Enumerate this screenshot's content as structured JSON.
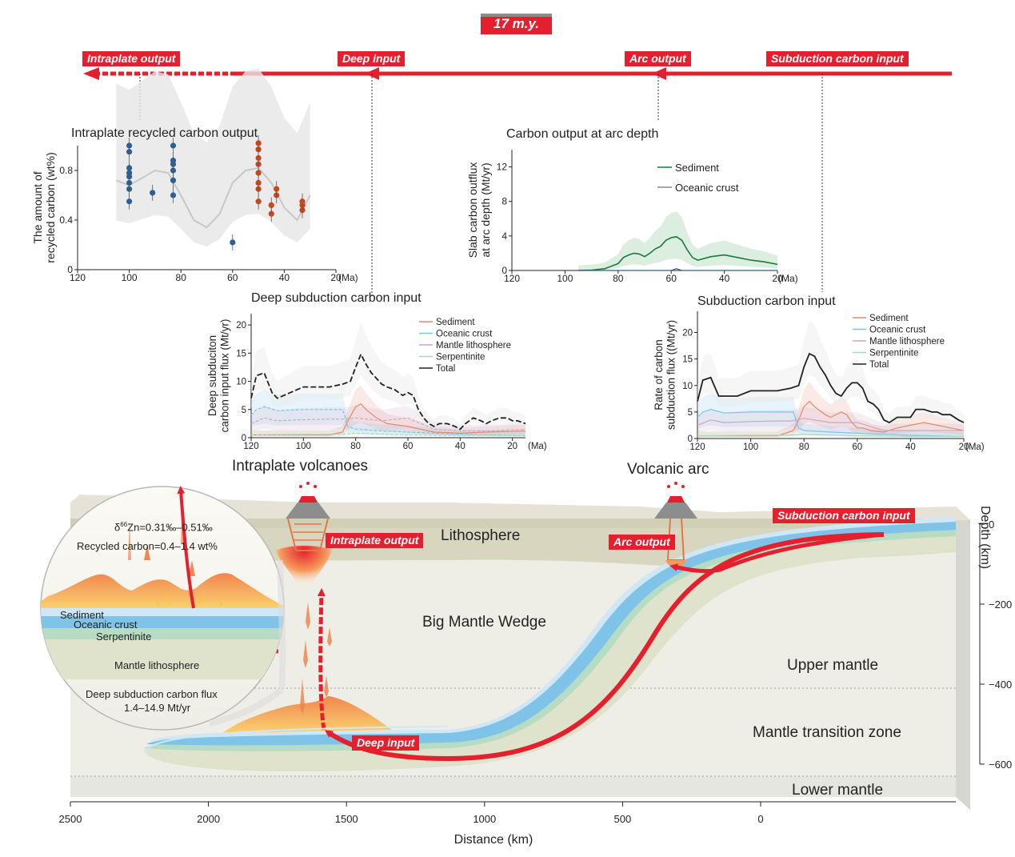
{
  "timeline": {
    "duration": "17 m.y.",
    "stages": [
      "Intraplate output",
      "Deep  input",
      "Arc output",
      "Subduction carbon input"
    ]
  },
  "colors": {
    "red": "#e4202e",
    "sediment": "#e8866e",
    "oceanic": "#7fc4e8",
    "mantle_lith": "#c8a9c6",
    "serpentinite": "#a8d8c0",
    "total": "#222222",
    "arc_sediment": "#1a7a3c",
    "blue_pt": "#2c5f95",
    "orange_pt": "#c8461a"
  },
  "chart_data": [
    {
      "type": "scatter",
      "title": "Intraplate recycled carbon output",
      "ylabel": [
        "The amount of",
        "recycled carbon (wt%)"
      ],
      "xlabel": "(Ma)",
      "xlim": [
        120,
        20
      ],
      "ylim": [
        0,
        1.0
      ],
      "xticks": [
        "120",
        "100",
        "80",
        "60",
        "40",
        "20"
      ],
      "yticks": [
        "0",
        "0.4",
        "0.8"
      ],
      "blue_points": [
        [
          100,
          0.55
        ],
        [
          100,
          0.65
        ],
        [
          100,
          0.7
        ],
        [
          100,
          0.75
        ],
        [
          100,
          0.78
        ],
        [
          100,
          0.82
        ],
        [
          100,
          0.95
        ],
        [
          100,
          1.0
        ],
        [
          91,
          0.62
        ],
        [
          83,
          0.6
        ],
        [
          83,
          0.72
        ],
        [
          83,
          0.8
        ],
        [
          83,
          0.85
        ],
        [
          83,
          0.88
        ],
        [
          83,
          1.0
        ],
        [
          60,
          0.22
        ]
      ],
      "orange_points": [
        [
          50,
          0.55
        ],
        [
          50,
          0.65
        ],
        [
          50,
          0.7
        ],
        [
          50,
          0.78
        ],
        [
          50,
          0.85
        ],
        [
          50,
          0.9
        ],
        [
          50,
          0.97
        ],
        [
          50,
          1.02
        ],
        [
          45,
          0.45
        ],
        [
          45,
          0.52
        ],
        [
          43,
          0.6
        ],
        [
          43,
          0.65
        ],
        [
          33,
          0.48
        ],
        [
          33,
          0.52
        ],
        [
          33,
          0.55
        ]
      ],
      "trend": [
        [
          105,
          0.72
        ],
        [
          100,
          0.68
        ],
        [
          95,
          0.74
        ],
        [
          90,
          0.8
        ],
        [
          85,
          0.78
        ],
        [
          80,
          0.6
        ],
        [
          75,
          0.4
        ],
        [
          70,
          0.34
        ],
        [
          65,
          0.45
        ],
        [
          60,
          0.7
        ],
        [
          55,
          0.8
        ],
        [
          50,
          0.82
        ],
        [
          45,
          0.7
        ],
        [
          40,
          0.5
        ],
        [
          35,
          0.4
        ],
        [
          30,
          0.6
        ]
      ]
    },
    {
      "type": "line",
      "title": "Carbon output at arc depth",
      "ylabel": [
        "Slab carbon outflux",
        "at arc depth (Mt/yr)"
      ],
      "xlabel": "(Ma)",
      "xlim": [
        120,
        20
      ],
      "ylim": [
        0,
        14
      ],
      "xticks": [
        "120",
        "100",
        "80",
        "60",
        "40",
        "20"
      ],
      "yticks": [
        "0",
        "4",
        "8",
        "12"
      ],
      "series": [
        {
          "name": "Sediment",
          "x": [
            95,
            90,
            85,
            80,
            78,
            76,
            74,
            72,
            70,
            68,
            66,
            64,
            62,
            60,
            58,
            56,
            54,
            52,
            50,
            45,
            40,
            35,
            30,
            25,
            20
          ],
          "y": [
            0,
            0.05,
            0.2,
            0.8,
            1.5,
            1.8,
            2.0,
            1.9,
            1.6,
            2.0,
            2.5,
            2.8,
            3.5,
            3.8,
            3.9,
            3.5,
            2.4,
            1.5,
            1.2,
            1.6,
            1.8,
            1.5,
            1.2,
            1.0,
            0.7
          ]
        },
        {
          "name": "Oceanic crust",
          "x": [
            95,
            60,
            58,
            56,
            20
          ],
          "y": [
            0,
            0,
            0.2,
            0,
            0
          ]
        }
      ]
    },
    {
      "type": "line",
      "title": "Deep subduction carbon input",
      "ylabel": [
        "Deep subduciton",
        "carbon input flux (Mt/yr)"
      ],
      "xlabel": "(Ma)",
      "xlim": [
        120,
        15
      ],
      "ylim": [
        0,
        22
      ],
      "xticks": [
        "120",
        "100",
        "80",
        "60",
        "40",
        "20"
      ],
      "yticks": [
        "0",
        "5",
        "10",
        "15",
        "20"
      ],
      "series": [
        {
          "name": "Sediment",
          "x": [
            120,
            90,
            85,
            83,
            80,
            78,
            76,
            72,
            68,
            60,
            55,
            50,
            40,
            30,
            15
          ],
          "y": [
            0.5,
            0.5,
            1.0,
            3.0,
            5.5,
            6.0,
            5.0,
            3.5,
            2.5,
            2.0,
            1.5,
            1.0,
            0.8,
            1.0,
            1.2
          ]
        },
        {
          "name": "Oceanic crust",
          "x": [
            120,
            118,
            115,
            110,
            100,
            90,
            85,
            83,
            80,
            70,
            60,
            50,
            40,
            30,
            15
          ],
          "y": [
            4.0,
            5.0,
            5.5,
            4.8,
            5.0,
            5.0,
            5.0,
            2.0,
            1.5,
            1.2,
            1.0,
            0.8,
            0.6,
            0.5,
            0.4
          ]
        },
        {
          "name": "Mantle lithosphere",
          "x": [
            120,
            115,
            110,
            100,
            90,
            85,
            80,
            70,
            60,
            55,
            50,
            40,
            30,
            15
          ],
          "y": [
            2.5,
            3.5,
            3.0,
            3.2,
            3.3,
            3.3,
            3.5,
            3.0,
            3.5,
            2.5,
            1.5,
            1.2,
            1.2,
            1.5
          ]
        },
        {
          "name": "Serpentinite",
          "x": [
            120,
            100,
            85,
            80,
            60,
            40,
            15
          ],
          "y": [
            0.5,
            0.6,
            0.6,
            0.8,
            0.5,
            0.4,
            0.4
          ]
        },
        {
          "name": "Total",
          "x": [
            120,
            118,
            115,
            112,
            110,
            105,
            100,
            95,
            90,
            85,
            82,
            80,
            78,
            76,
            74,
            72,
            70,
            68,
            65,
            62,
            60,
            58,
            56,
            54,
            52,
            50,
            48,
            45,
            42,
            40,
            38,
            35,
            32,
            30,
            28,
            25,
            22,
            20,
            18,
            15
          ],
          "y": [
            7.0,
            11.0,
            11.5,
            8.0,
            7.0,
            8.0,
            9.0,
            9.0,
            9.0,
            9.5,
            10.0,
            12.5,
            14.8,
            13.0,
            11.5,
            10.5,
            9.5,
            9.0,
            8.5,
            7.5,
            8.0,
            7.5,
            5.0,
            3.5,
            2.5,
            2.0,
            2.5,
            2.5,
            2.0,
            1.5,
            2.5,
            3.5,
            3.0,
            2.5,
            3.0,
            3.5,
            3.5,
            3.0,
            3.0,
            2.5
          ]
        }
      ]
    },
    {
      "type": "line",
      "title": "Subduction carbon input",
      "ylabel": [
        "Rate of carbon",
        "subduction flux ((Mt/yr)"
      ],
      "xlabel": "(Ma)",
      "xlim": [
        120,
        20
      ],
      "ylim": [
        0,
        24
      ],
      "xticks": [
        "120",
        "100",
        "80",
        "60",
        "40",
        "20"
      ],
      "yticks": [
        "0",
        "5",
        "10",
        "15",
        "20"
      ],
      "series": [
        {
          "name": "Sediment",
          "x": [
            120,
            90,
            84,
            82,
            80,
            78,
            76,
            72,
            70,
            68,
            66,
            64,
            62,
            60,
            58,
            55,
            50,
            45,
            40,
            35,
            30,
            25,
            20
          ],
          "y": [
            0.5,
            0.5,
            1.5,
            3.5,
            6.0,
            7.0,
            6.0,
            4.5,
            4.0,
            4.5,
            5.0,
            4.5,
            3.0,
            2.0,
            2.0,
            1.5,
            1.2,
            2.0,
            2.5,
            3.0,
            2.5,
            2.0,
            1.5
          ]
        },
        {
          "name": "Oceanic crust",
          "x": [
            120,
            118,
            115,
            110,
            100,
            90,
            84,
            82,
            80,
            70,
            60,
            50,
            40,
            30,
            20
          ],
          "y": [
            4.0,
            5.0,
            5.5,
            4.8,
            5.0,
            5.0,
            5.0,
            2.0,
            1.5,
            1.2,
            1.0,
            0.8,
            0.6,
            0.5,
            0.4
          ]
        },
        {
          "name": "Mantle lithosphere",
          "x": [
            120,
            115,
            110,
            100,
            90,
            85,
            80,
            70,
            60,
            50,
            40,
            30,
            20
          ],
          "y": [
            2.5,
            3.5,
            3.0,
            3.2,
            3.3,
            3.3,
            3.8,
            3.0,
            3.0,
            1.5,
            1.5,
            1.5,
            1.5
          ]
        },
        {
          "name": "Serpentinite",
          "x": [
            120,
            100,
            85,
            80,
            60,
            40,
            20
          ],
          "y": [
            0.5,
            0.6,
            0.6,
            0.8,
            0.5,
            0.4,
            0.4
          ]
        },
        {
          "name": "Total",
          "x": [
            120,
            118,
            115,
            112,
            110,
            105,
            100,
            95,
            90,
            85,
            82,
            80,
            78,
            76,
            74,
            72,
            70,
            68,
            66,
            64,
            62,
            60,
            58,
            56,
            54,
            52,
            50,
            48,
            45,
            42,
            40,
            38,
            35,
            32,
            30,
            28,
            25,
            22,
            20
          ],
          "y": [
            7.0,
            11.0,
            11.5,
            8.0,
            8.0,
            8.0,
            9.0,
            9.0,
            9.0,
            9.5,
            10.0,
            13.5,
            16.0,
            15.5,
            13.5,
            12.0,
            10.0,
            8.5,
            8.0,
            9.5,
            10.5,
            10.5,
            9.5,
            7.0,
            6.5,
            5.5,
            3.5,
            3.0,
            4.0,
            4.0,
            4.0,
            5.5,
            5.5,
            5.0,
            5.0,
            4.5,
            4.5,
            3.5,
            3.0
          ]
        }
      ]
    }
  ],
  "section": {
    "volcano_labels": [
      "Intraplate volcanoes",
      "Volcanic arc"
    ],
    "layer_labels": [
      "Lithosphere",
      "Big Mantle Wedge",
      "Upper mantle",
      "Mantle transition zone",
      "Lower mantle"
    ],
    "circle": {
      "zn_prefix": "δ",
      "zn_sup": "66",
      "zn_text": "Zn=0.31‰–0.51‰",
      "recycled": "Recycled carbon=0.4–1.4 wt%",
      "layers": [
        "Sediment",
        "Oceanic crust",
        "Serpentinite",
        "Mantle lithosphere"
      ],
      "flux_title": "Deep subduction carbon flux",
      "flux_value": "1.4–14.9 Mt/yr"
    },
    "tags": [
      "Subduction carbon input",
      "Intraplate output",
      "Arc output",
      "Deep  input"
    ],
    "depth_title": "Depth (km)",
    "depth_ticks": [
      "0",
      "200",
      "400",
      "600"
    ],
    "depth_values": [
      0,
      200,
      400,
      600
    ],
    "distance_title": "Distance (km)",
    "distance_ticks": [
      "2500",
      "2000",
      "1500",
      "1000",
      "500",
      "0"
    ],
    "distance_values": [
      2500,
      2000,
      1500,
      1000,
      500,
      0
    ]
  }
}
